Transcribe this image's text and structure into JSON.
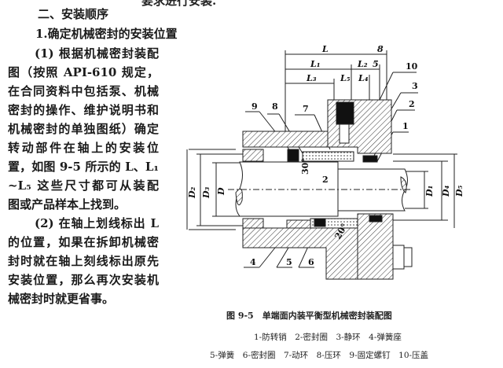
{
  "top_partial": "要求进行安装.",
  "heading": "二、安装顺序",
  "subheading": "1.确定机械密封的安装位置",
  "para1_lines": [
    "(1) 根据机械密封装配",
    "图（按照 API-610 规定，",
    "在合同资料中包括泵、机械",
    "密封的操作、维护说明书和",
    "机械密封的单独图纸）确定",
    "转动部件在轴上的安装位",
    "置，如图 9-5 所示的 L、L₁",
    "~L₅ 这些尺寸都可从装配",
    "图或产品样本上找到。"
  ],
  "para2_lines": [
    "(2) 在轴上划线标出 L",
    "的位置，如果在拆卸机械密",
    "封时就在轴上刻线标出原先",
    "安装位置，那么再次安装机",
    "械密封时就更省事。"
  ],
  "figure": {
    "caption": "图 9-5　单端面内装平衡型机械密封装配图",
    "legend_line1": "1-防转销　2-密封圈　3-静环　4-弹簧座",
    "legend_line2": "5-弹簧　6-密封圈　7-动环　8-压环　9-固定螺钉　10-压盖",
    "dims": {
      "L": "L",
      "L1": "L₁",
      "L2": "L₂",
      "L3": "L₃",
      "L4": "L₄",
      "L5": "L₅",
      "d8": "8",
      "d5": "5",
      "D": "D",
      "D1": "D₁",
      "D2": "D₂",
      "D3": "D₃",
      "D4": "D₄",
      "D5": "D₅",
      "a30": "30°",
      "a20": "20°"
    },
    "parts": {
      "p1": "1",
      "p2": "2",
      "p3": "3",
      "p4": "4",
      "p5": "5",
      "p6": "6",
      "p7": "7",
      "p8": "8",
      "p9": "9",
      "p10": "10",
      "shaft2": "2"
    }
  }
}
